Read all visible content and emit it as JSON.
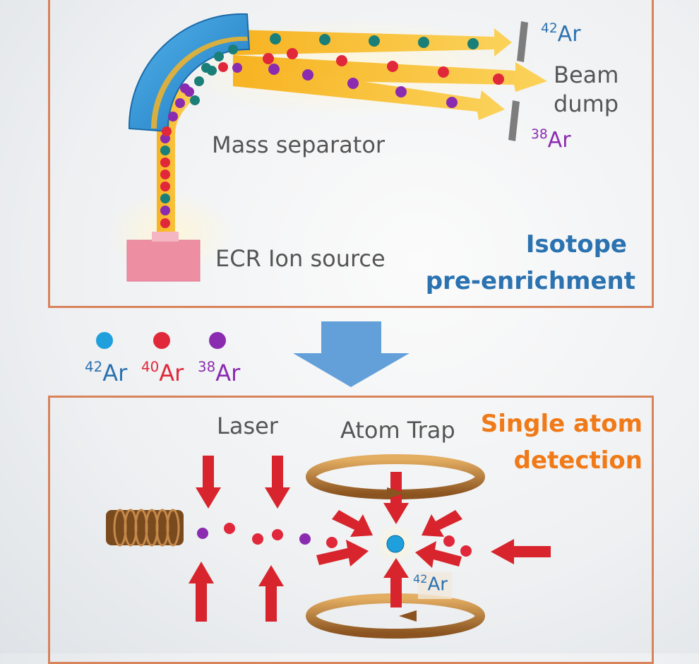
{
  "colors": {
    "ar42": "#1f9fdc",
    "ar40": "#e0283a",
    "ar38": "#8a2bb0",
    "teal": "#1a7f78",
    "panel_border": "#d9835b",
    "title_blue": "#2b72b0",
    "title_orange": "#f07a18",
    "beam": "#f6b426",
    "separator": "#2e93d3",
    "source": "#ee8ea3",
    "arrow_red": "#d8242c",
    "big_arrow": "#5b9bd8",
    "ring": "#b97a2f"
  },
  "top_panel": {
    "title_line1": "Isotope",
    "title_line2": "pre-enrichment",
    "mass_separator_label": "Mass separator",
    "ion_source_label": "ECR Ion source",
    "beam_dump_line1": "Beam",
    "beam_dump_line2": "dump",
    "isotope_top": {
      "mass": "42",
      "symbol": "Ar"
    },
    "isotope_bottom": {
      "mass": "38",
      "symbol": "Ar"
    }
  },
  "legend": [
    {
      "mass": "42",
      "symbol": "Ar",
      "color": "#1f9fdc"
    },
    {
      "mass": "40",
      "symbol": "Ar",
      "color": "#e0283a"
    },
    {
      "mass": "38",
      "symbol": "Ar",
      "color": "#8a2bb0"
    }
  ],
  "bottom_panel": {
    "title_line1": "Single atom",
    "title_line2": "detection",
    "laser_label": "Laser",
    "atom_trap_label": "Atom Trap",
    "trapped_isotope": {
      "mass": "42",
      "symbol": "Ar"
    }
  }
}
